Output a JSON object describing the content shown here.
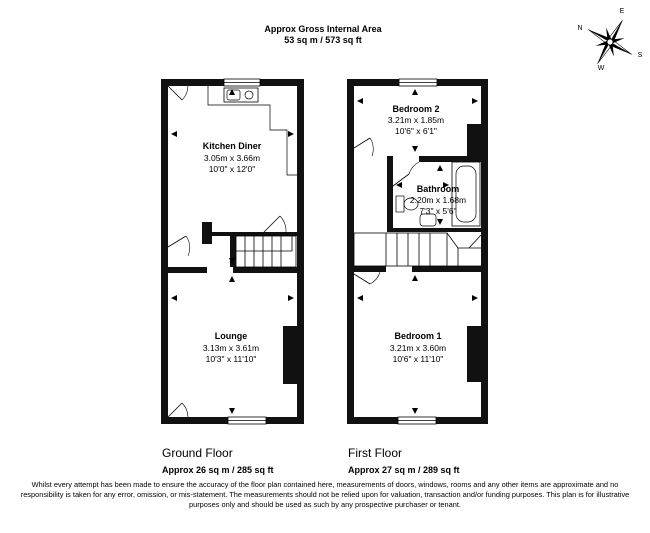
{
  "header": {
    "title": "Approx Gross Internal Area",
    "total_area": "53 sq m / 573 sq ft"
  },
  "compass": {
    "labels": [
      "N",
      "E",
      "S",
      "W"
    ]
  },
  "ground_floor": {
    "title": "Ground Floor",
    "area": "Approx 26 sq m / 285 sq ft",
    "rooms": [
      {
        "name": "Kitchen Diner",
        "metric": "3.05m x 3.66m",
        "imperial": "10'0\" x 12'0\""
      },
      {
        "name": "Lounge",
        "metric": "3.13m x 3.61m",
        "imperial": "10'3\" x 11'10\""
      }
    ]
  },
  "first_floor": {
    "title": "First Floor",
    "area": "Approx 27 sq m / 289 sq ft",
    "rooms": [
      {
        "name": "Bedroom 2",
        "metric": "3.21m x 1.85m",
        "imperial": "10'6\" x 6'1\""
      },
      {
        "name": "Bathroom",
        "metric": "2.20m x 1.68m",
        "imperial": "7'3\" x 5'6\""
      },
      {
        "name": "Bedroom 1",
        "metric": "3.21m x 3.60m",
        "imperial": "10'6\" x 11'10\""
      }
    ]
  },
  "disclaimer": "Whilst every attempt has been made to ensure the accuracy of the floor plan contained here, measurements of doors, windows, rooms and any other items are approximate and no responsibility is taken for any error, omission, or mis-statement. The measurements should not be relied upon for valuation, transaction and/or funding purposes. This plan is for illustrative purposes only and should be used as such by any prospective purchaser or tenant."
}
